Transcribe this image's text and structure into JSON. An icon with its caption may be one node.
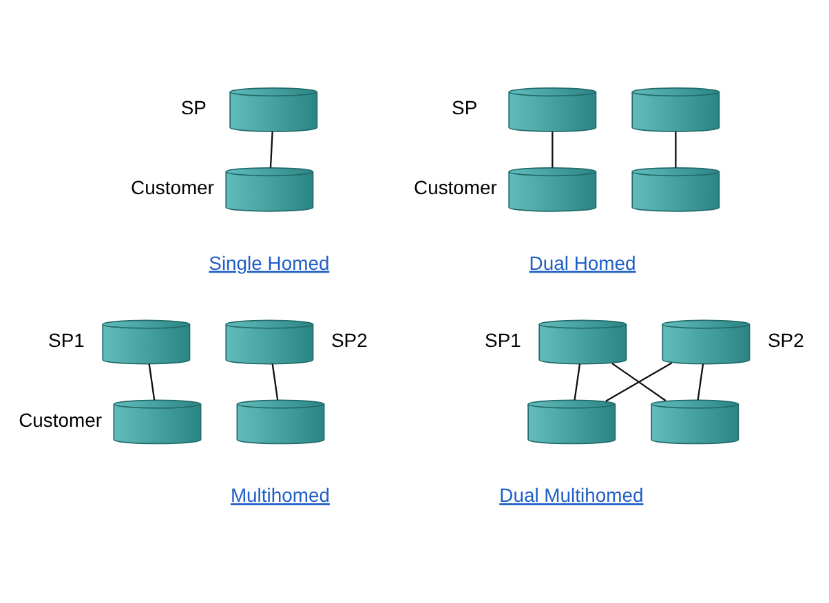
{
  "diagram": {
    "nodes": [
      {
        "text": [],
        "shape": "cylinder",
        "beside": [
          "SP"
        ]
      },
      {
        "text": [],
        "shape": "cylinder",
        "beside": [
          "Customer"
        ]
      },
      {
        "text": [],
        "shape": "cylinder",
        "beside": [
          "SP"
        ]
      },
      {
        "text": [],
        "shape": "cylinder"
      },
      {
        "text": [],
        "shape": "cylinder",
        "beside": [
          "Customer"
        ]
      },
      {
        "text": [],
        "shape": "cylinder"
      },
      {
        "text": [],
        "shape": "cylinder",
        "beside": [
          "SP1"
        ]
      },
      {
        "text": [],
        "shape": "cylinder",
        "beside": [
          "SP2"
        ]
      },
      {
        "text": [],
        "shape": "cylinder",
        "beside": [
          "Customer"
        ]
      },
      {
        "text": [],
        "shape": "cylinder"
      },
      {
        "text": [],
        "shape": "cylinder",
        "beside": [
          "SP1"
        ]
      },
      {
        "text": [],
        "shape": "cylinder",
        "beside": [
          "SP2"
        ]
      },
      {
        "text": [],
        "shape": "cylinder"
      },
      {
        "text": [],
        "shape": "cylinder"
      }
    ],
    "edges": [
      {
        "from": 0,
        "to": 1,
        "arrow": "none"
      },
      {
        "from": 2,
        "to": 4,
        "arrow": "none"
      },
      {
        "from": 3,
        "to": 5,
        "arrow": "none"
      },
      {
        "from": 6,
        "to": 8,
        "arrow": "none"
      },
      {
        "from": 7,
        "to": 9,
        "arrow": "none"
      },
      {
        "from": 10,
        "to": 12,
        "arrow": "none"
      },
      {
        "from": 10,
        "to": 13,
        "arrow": "none"
      },
      {
        "from": 11,
        "to": 12,
        "arrow": "none"
      },
      {
        "from": 11,
        "to": 13,
        "arrow": "none"
      }
    ],
    "labels": [
      "Single Homed",
      "Dual Homed",
      "Multihomed",
      "Dual Multihomed"
    ]
  }
}
